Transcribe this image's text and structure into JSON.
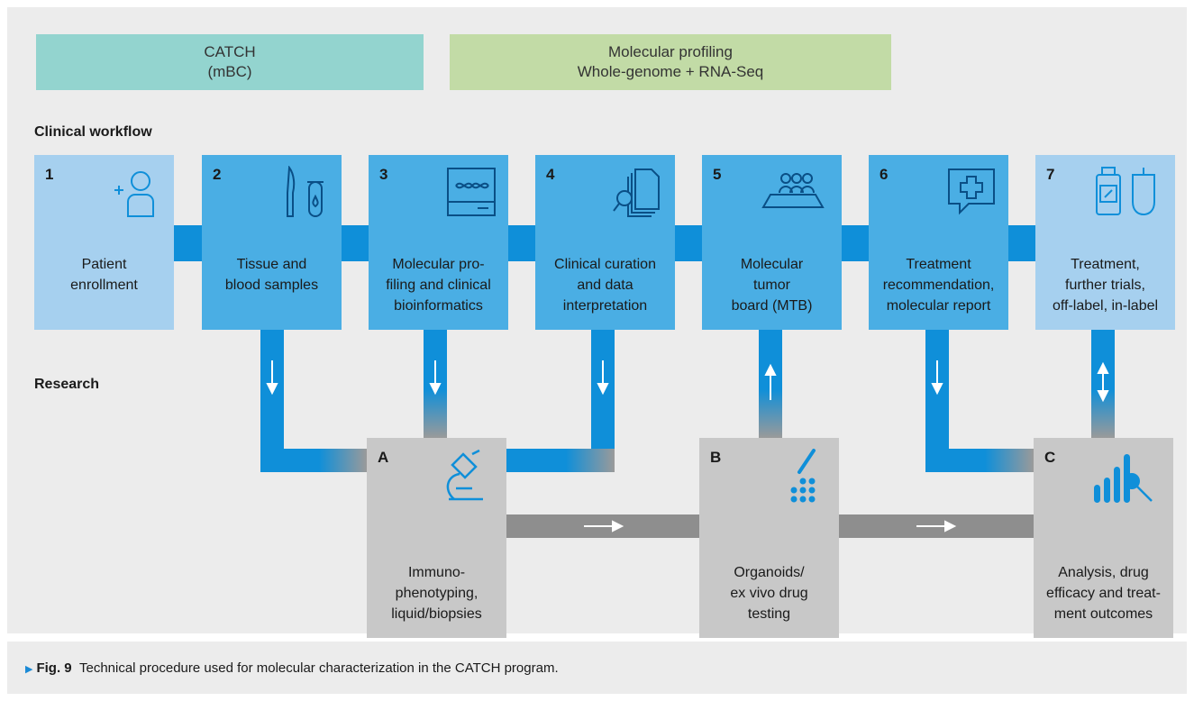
{
  "banners": {
    "catch": {
      "line1": "CATCH",
      "line2": "(mBC)"
    },
    "profiling": {
      "line1": "Molecular profiling",
      "line2": "Whole-genome + RNA-Seq"
    }
  },
  "labels": {
    "clinical": "Clinical workflow",
    "research": "Research"
  },
  "steps": [
    {
      "num": "1",
      "lines": [
        "Patient",
        "enrollment"
      ],
      "icon": "person-add-icon"
    },
    {
      "num": "2",
      "lines": [
        "Tissue and",
        "blood samples"
      ],
      "icon": "scalpel-tube-icon"
    },
    {
      "num": "3",
      "lines": [
        "Molecular pro-",
        "filing and clinical",
        "bioinformatics"
      ],
      "icon": "dna-sequencer-icon"
    },
    {
      "num": "4",
      "lines": [
        "Clinical curation",
        "and data",
        "interpretation"
      ],
      "icon": "documents-search-icon"
    },
    {
      "num": "5",
      "lines": [
        "Molecular",
        "tumor",
        "board (MTB)"
      ],
      "icon": "meeting-icon"
    },
    {
      "num": "6",
      "lines": [
        "Treatment",
        "recommendation,",
        "molecular report"
      ],
      "icon": "medical-report-icon"
    },
    {
      "num": "7",
      "lines": [
        "Treatment,",
        "further trials,",
        "off-label, in-label"
      ],
      "icon": "medication-icon"
    }
  ],
  "research": [
    {
      "num": "A",
      "lines": [
        "Immuno-",
        "phenotyping,",
        "liquid/biopsies"
      ],
      "icon": "microscope-icon"
    },
    {
      "num": "B",
      "lines": [
        "Organoids/",
        "ex vivo drug",
        "testing"
      ],
      "icon": "pipette-wells-icon"
    },
    {
      "num": "C",
      "lines": [
        "Analysis, drug",
        "efficacy and treat-",
        "ment outcomes"
      ],
      "icon": "chart-magnifier-icon"
    }
  ],
  "caption": {
    "marker": "▶",
    "fig": "Fig. 9",
    "text": "Technical procedure used for molecular characterization in the CATCH program."
  },
  "colors": {
    "panel": "#ececec",
    "blue": "#0f8fd9",
    "box_dark": "#4aaee4",
    "box_light": "#a6d0ef",
    "gray": "#c8c8c8",
    "gray_bar": "#8e8e8e",
    "teal": "#93d4cf",
    "green": "#c2dba6"
  }
}
